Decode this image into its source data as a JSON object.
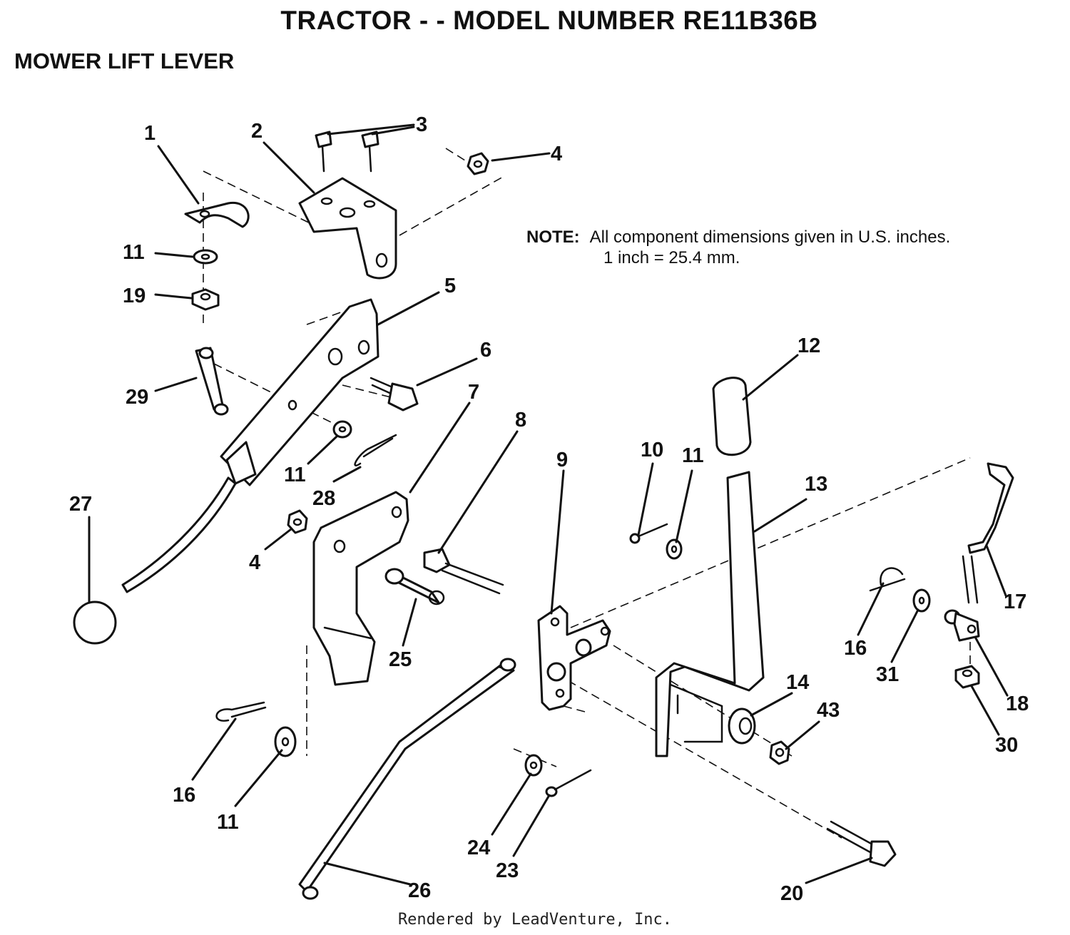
{
  "header": {
    "title": "TRACTOR - - MODEL NUMBER RE11B36B",
    "subtitle": "MOWER LIFT LEVER"
  },
  "note": {
    "label": "NOTE:",
    "line1": "All component dimensions given in U.S. inches.",
    "line2": "1 inch = 25.4 mm."
  },
  "footer": "Rendered by LeadVenture, Inc.",
  "callouts": {
    "p1": "1",
    "p2": "2",
    "p3": "3",
    "p4a": "4",
    "p4b": "4",
    "p5": "5",
    "p6": "6",
    "p7": "7",
    "p8": "8",
    "p9": "9",
    "p10": "10",
    "p11a": "11",
    "p11b": "11",
    "p11c": "11",
    "p11d": "11",
    "p12": "12",
    "p13": "13",
    "p14": "14",
    "p16a": "16",
    "p16b": "16",
    "p17": "17",
    "p18": "18",
    "p19": "19",
    "p20": "20",
    "p23": "23",
    "p24": "24",
    "p25": "25",
    "p26": "26",
    "p27": "27",
    "p28": "28",
    "p29": "29",
    "p30": "30",
    "p31": "31",
    "p43": "43"
  },
  "colors": {
    "ink": "#111111",
    "paper": "#ffffff"
  }
}
